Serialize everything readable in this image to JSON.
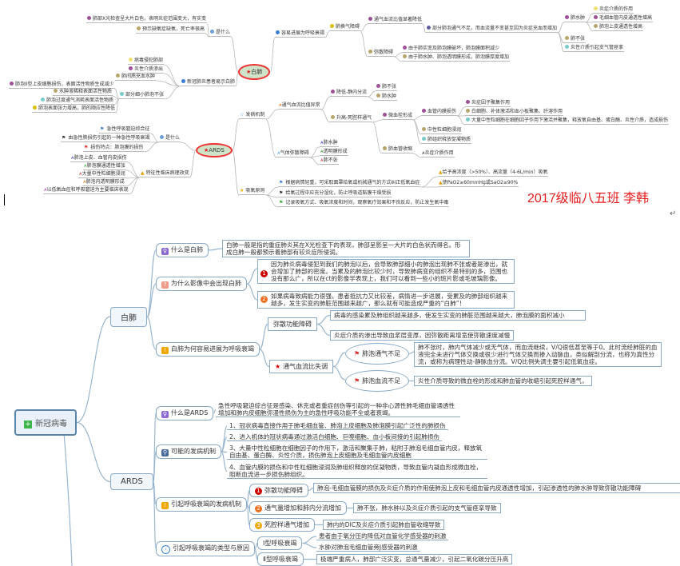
{
  "top": {
    "bf": "白肺",
    "bf_what": "是什么",
    "bf_what_1": "肺部X光检查呈大片白色，表明炎症范围变大，有实变",
    "bf_what_2": "预示缺氧症缺氧，死亡率很高",
    "bf_why": "新冠肺炎患者易示白肺",
    "bf_why_1": "病毒侵犯肺部",
    "bf_why_2": "炎性介质渗出",
    "bf_why_3": "肺间质充血水肿",
    "bf_why_4": "部分细小肺泡不张",
    "bf_why_4_1": "肺泡II型上皮细胞损伤，表面活性物质生成减少",
    "bf_why_4_2": "水肿液稀释表面活性物质",
    "bf_why_4_3": "肺泡过度通气消耗表面活性物质",
    "bf_why_4_4": "肺泡表面张力增高，肺的顺应性降低",
    "bf_rf": "容易进展为呼吸衰竭",
    "bf_rf_1": "肺换气障碍",
    "bf_rf_1_1": "通气血流比值显著降低",
    "bf_rf_1_1_1": "部分肺泡通气不足，而血流量不变甚至因为炎症充血而增加",
    "bf_rf_a": "肺水肿",
    "bf_rf_a1": "炎症介质的作用",
    "bf_rf_a2": "毛细血管内皮通透性增高",
    "bf_rf_a3": "肺泡上皮通透性增高",
    "bf_rf_b": "肺不张",
    "bf_rf_c": "炎性介质引起支气管痉挛",
    "bf_rf_2": "弥散障碍",
    "bf_rf_2_1": "由于肺实变及肺泡膜破坏，肺泡膜面积减少",
    "bf_rf_2_2": "由于肺水肿、肺泡透明膜形成，肺泡膜厚度增加",
    "ards": "ARDS",
    "ar_what": "是什么",
    "ar_what_1": "急性呼吸窘迫综合征",
    "ar_what_2": "由急性肺损伤引起的一种急性呼吸衰竭",
    "ar_what_3": "损伤特点：肺泡膜的损伤",
    "ar_feat": "特征性临床病理改变",
    "ar_feat_1": "肺泡上皮、血管内皮损伤",
    "ar_feat_2": "肺泡膜通透性增加",
    "ar_feat_3": "大量中性粒细胞浸润",
    "ar_feat_4": "肺泡内透明膜形成",
    "ar_feat_5": "以低氧血症和呼吸窘迫为主要临床表现",
    "ar_mech": "发病机制",
    "ar_vq": "通气血流比值异常",
    "ar_vq_1": "降低-静内分流",
    "ar_vq_1_1": "肺不张",
    "ar_vq_1_2": "肺水肿",
    "ar_vq_2": "升高-死腔样通气",
    "ar_vq_2_1": "微血栓形成",
    "ar_vq_2_1_1": "血管内膜损伤",
    "ar_vq_x1": "炎症因子聚集作用",
    "ar_vq_x2": "白细胞、补体激活和血小板聚集、纤溶作用",
    "ar_vq_x3": "大量中性粒细胞在细胞因子作用下激活并聚集，释放氧自由基、蛋白酶、炎性介质，造成损伤",
    "ar_vq_2_1_2": "中性粒细胞浸润",
    "ar_vq_2_1_3": "肺组织释放促凝物质",
    "ar_vq_2_2": "肺血管收缩",
    "ar_vq_2_2_1": "炎症介质作用",
    "ar_diff": "气体弥散障碍",
    "ar_diff_1": "肺水肿",
    "ar_diff_2": "透明膜形成",
    "ar_diff_3": "肺不张",
    "ar_o2": "吸氧原则",
    "ar_o2_1": "根据病情轻重，可采取面罩给氧或机械通气的方式纠正低氧血症",
    "ar_o2_1_1": "给予高浓度（>50%）、高流量（4-6L/min）吸氧",
    "ar_o2_1_2": "使PaO2≥60mmHg或SaO2≥90%",
    "ar_o2_2": "给氧过程中应充分湿化，防止呼吸道黏膜干燥受损",
    "ar_o2_3": "记录吸氧方式、吸氧浓度和时间，观察氧疗效果和不良反应，防止发生氧中毒"
  },
  "signature": "2017级临八五班 李韩",
  "bottom": {
    "root": "新冠病毒",
    "bf": "白肺",
    "bf_what": "什么是白肺",
    "bf_what_text": "白肺一般是指的重症肺炎其在X光检查下的表现，肺部呈影呈一大片的白色状而得名。形成白肺一般都预示着肺部有较炎症所侵润。",
    "bf_img": "为什么影像中会出现白肺",
    "bf_img_1": "因为肺炎病毒侵犯到我们的肺泡以后，会导致肺部细小的肺泡出现肺不张或者是渗出，就会增加了肺部的密度。当累及的肺泡比较少时，导致肺病变的组织不是特别的多，范围也没有那么广，所以在ct的影像学表现上，我们可以看到一些小的斑片影或毛玻璃影像。",
    "bf_img_2": "如果病毒致病能力很强，患者抵抗力又比较差，病情进一步进展，受累及的肺部组织越来越多，发生实变的肺脏范围越来越广，那么就有可能造成严重的“白肺”！",
    "bf_rf": "白肺为何容易进展为呼吸衰竭",
    "bf_diff": "弥散功能障碍",
    "bf_diff_1": "病毒的感染累及肺组织越来越多，使发生实变的肺脏范围越来越大，肺泡膜的面积减小",
    "bf_diff_2": "炎症介质的渗出导致血浆层变厚，因弥散距离增宽使弥散速度减慢",
    "bf_vq": "通气血流比失调",
    "bf_vq_1": "肺泡通气不足",
    "bf_vq_1_text": "肺不张时，肺内气体减少或无气体，而血流继续，V/Q很低甚至等于0。此时流经肺脏的血液完全未进行气体交换或很少进行气体交换而掺入动脉血，类似解剖分流，也称为真性分流，或称为病理性动-静脉血分流。V/Q比例失调主要引起低氧血症。",
    "bf_vq_2": "肺泡血流不足",
    "bf_vq_2_text": "炎性介质导致的微血栓的形成和肺血管的收缩引起死腔样通气，",
    "ards": "ARDS",
    "ar_what": "什么是ARDS",
    "ar_what_text": "急性呼吸窘迫综合征是感染、休克或者重症创伤等引起的一种非心源性肺毛细血管通透性增加和肺内皮细胞弥漫性损伤为主的急性呼吸功能不全或者衰竭。",
    "ar_mech": "可能的发病机制",
    "ar_mech_items": [
      "1、冠状病毒直接作用于肺毛细血管、肺泡上皮细胞及肺泡膜引起广泛性的肺损伤",
      "2、进入机体的冠状病毒通过激活白细胞、巨噬细胞、血小板间接的引起肺损伤",
      "3、大量中性粒细胞在细胞因子的作用下，激活和聚集于肺，粘附于肺泡毛细血管内皮，释放氧自由基、蛋白酶、炎性介质，损伤肺泡上皮细胞及毛细血管内皮细胞",
      "4、血管内膜的损伤和中性粒细胞浸润及肺组织释放的促凝物质，导致血管内凝血形成微血栓，阻断血流进一步损伤肺组织。"
    ],
    "ar_rf": "引起呼吸衰竭的发病机制",
    "ar_rf_items": [
      {
        "num": "1",
        "label": "弥散功能障碍",
        "text": "肺泡-毛细血管膜的损伤及炎症介质的作用使肺泡上皮和毛细血管内皮通透性增加，引起渗透性的肺水肿导致弥散功能障碍"
      },
      {
        "num": "2",
        "label": "通气量增加和肺内分流增加",
        "text": "肺不张，肺水肿以及炎症介质引起的支气管痉挛导致"
      },
      {
        "num": "3",
        "label": "死腔样通气增加",
        "text": "肺内的DIC及炎症介质引起肺血管收缩导致"
      }
    ],
    "ar_type": "引起呼吸衰竭的类型与原因",
    "ar_type_1": "Ⅰ型呼吸衰竭",
    "ar_type_1_a": "患者由于氧分压的降低对血管化学感受器的刺激",
    "ar_type_1_b": "水肿对肺泡毛细血管旁J感受器的刺激",
    "ar_type_2": "Ⅱ型呼吸衰竭",
    "ar_type_2_a": "极端严重病人，肺部广泛实变，总通气量减少，引起二氧化碳分压升高"
  },
  "colors": {
    "accent": "#e51c1c",
    "node_border": "#8aaac6",
    "root_plus": "#3cb54a"
  }
}
